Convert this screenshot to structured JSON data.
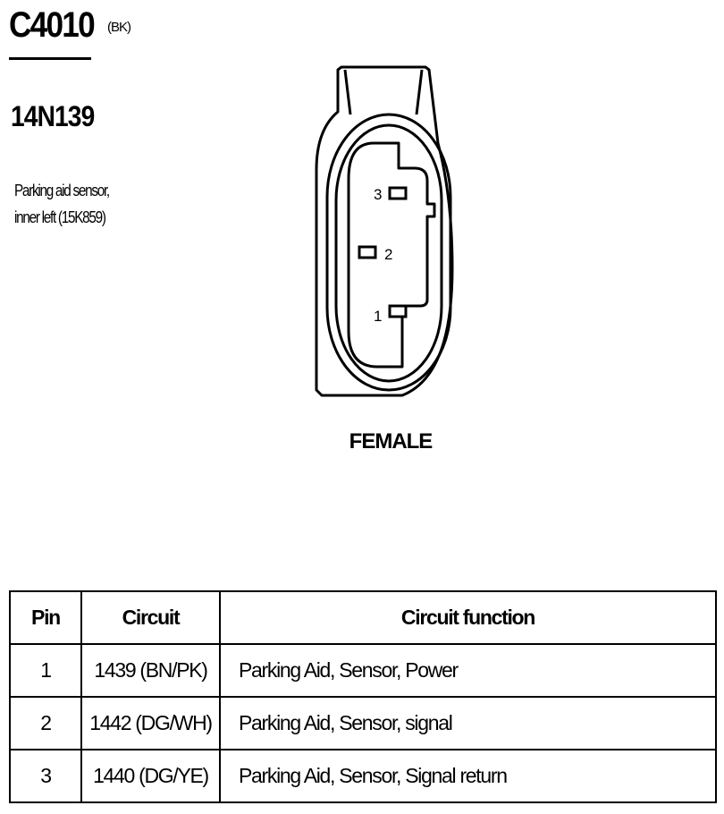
{
  "header": {
    "connector_id": "C4010",
    "connector_color": "(BK)",
    "part_number": "14N139",
    "description_lines": [
      "Parking aid sensor,",
      "inner left (15K859)"
    ]
  },
  "diagram": {
    "pin_labels": [
      "1",
      "2",
      "3"
    ],
    "gender_label": "FEMALE"
  },
  "table": {
    "headers": [
      "Pin",
      "Circuit",
      "Circuit function"
    ],
    "rows": [
      {
        "pin": "1",
        "circuit": "1439 (BN/PK)",
        "function": "Parking Aid, Sensor, Power"
      },
      {
        "pin": "2",
        "circuit": "1442 (DG/WH)",
        "function": "Parking Aid, Sensor, signal"
      },
      {
        "pin": "3",
        "circuit": "1440 (DG/YE)",
        "function": "Parking Aid, Sensor, Signal return"
      }
    ]
  }
}
